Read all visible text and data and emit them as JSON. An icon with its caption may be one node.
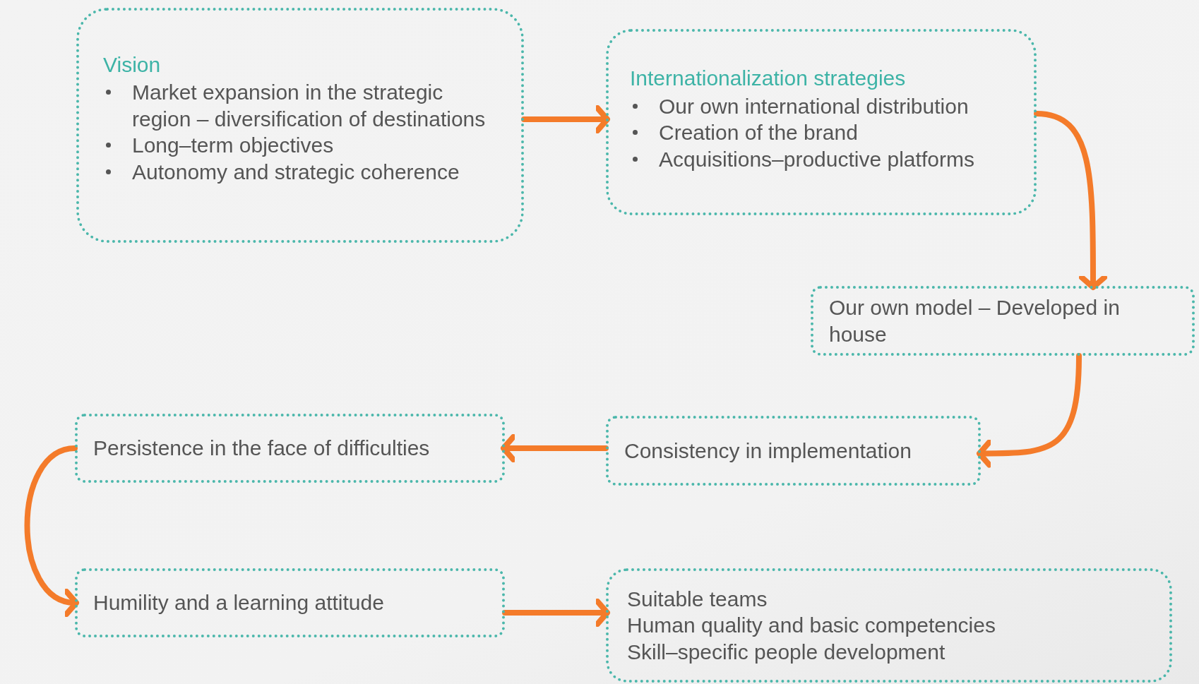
{
  "diagram": {
    "nodes": [
      {
        "text": [
          "Vision",
          "Market expansion in the strategic region – diversification of destinations",
          "Long–term objectives",
          "Autonomy and strategic coherence"
        ]
      },
      {
        "text": [
          "Internationalization strategies",
          "Our own international distribution",
          "Creation of the brand",
          "Acquisitions–productive platforms"
        ]
      },
      {
        "text": [
          "Our own model – Developed in house"
        ]
      },
      {
        "text": [
          "Persistence in the face of difficulties"
        ]
      },
      {
        "text": [
          "Consistency in implementation"
        ]
      },
      {
        "text": [
          "Humility and a learning attitude"
        ]
      },
      {
        "text": [
          "Suitable teams",
          "Human quality and basic competencies",
          "Skill–specific people development"
        ]
      }
    ],
    "edges": [
      {
        "from": 0,
        "to": 1,
        "arrow": "to"
      },
      {
        "from": 1,
        "to": 2,
        "arrow": "to"
      },
      {
        "from": 2,
        "to": 4,
        "arrow": "to"
      },
      {
        "from": 4,
        "to": 3,
        "arrow": "to"
      },
      {
        "from": 3,
        "to": 5,
        "arrow": "to"
      },
      {
        "from": 5,
        "to": 6,
        "arrow": "to"
      }
    ]
  }
}
